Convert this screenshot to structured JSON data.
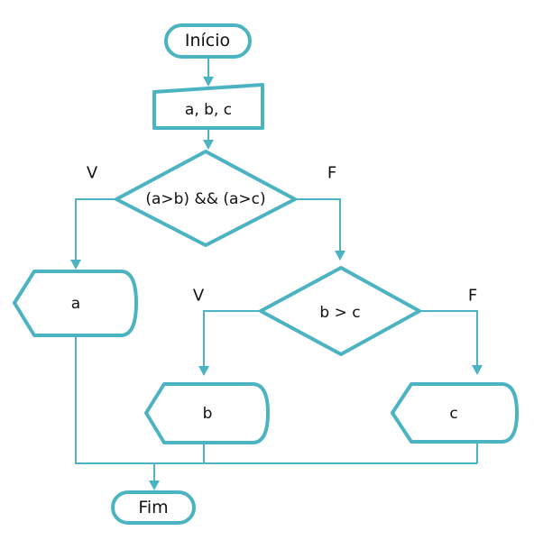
{
  "flowchart": {
    "start_label": "Início",
    "input_label": "a, b, c",
    "decision1_label": "(a>b) && (a>c)",
    "decision1_true": "V",
    "decision1_false": "F",
    "decision2_label": "b > c",
    "decision2_true": "V",
    "decision2_false": "F",
    "display_a": "a",
    "display_b": "b",
    "display_c": "c",
    "end_label": "Fim"
  },
  "colors": {
    "stroke": "#4bb3c1",
    "text": "#111111",
    "background": "#ffffff"
  }
}
